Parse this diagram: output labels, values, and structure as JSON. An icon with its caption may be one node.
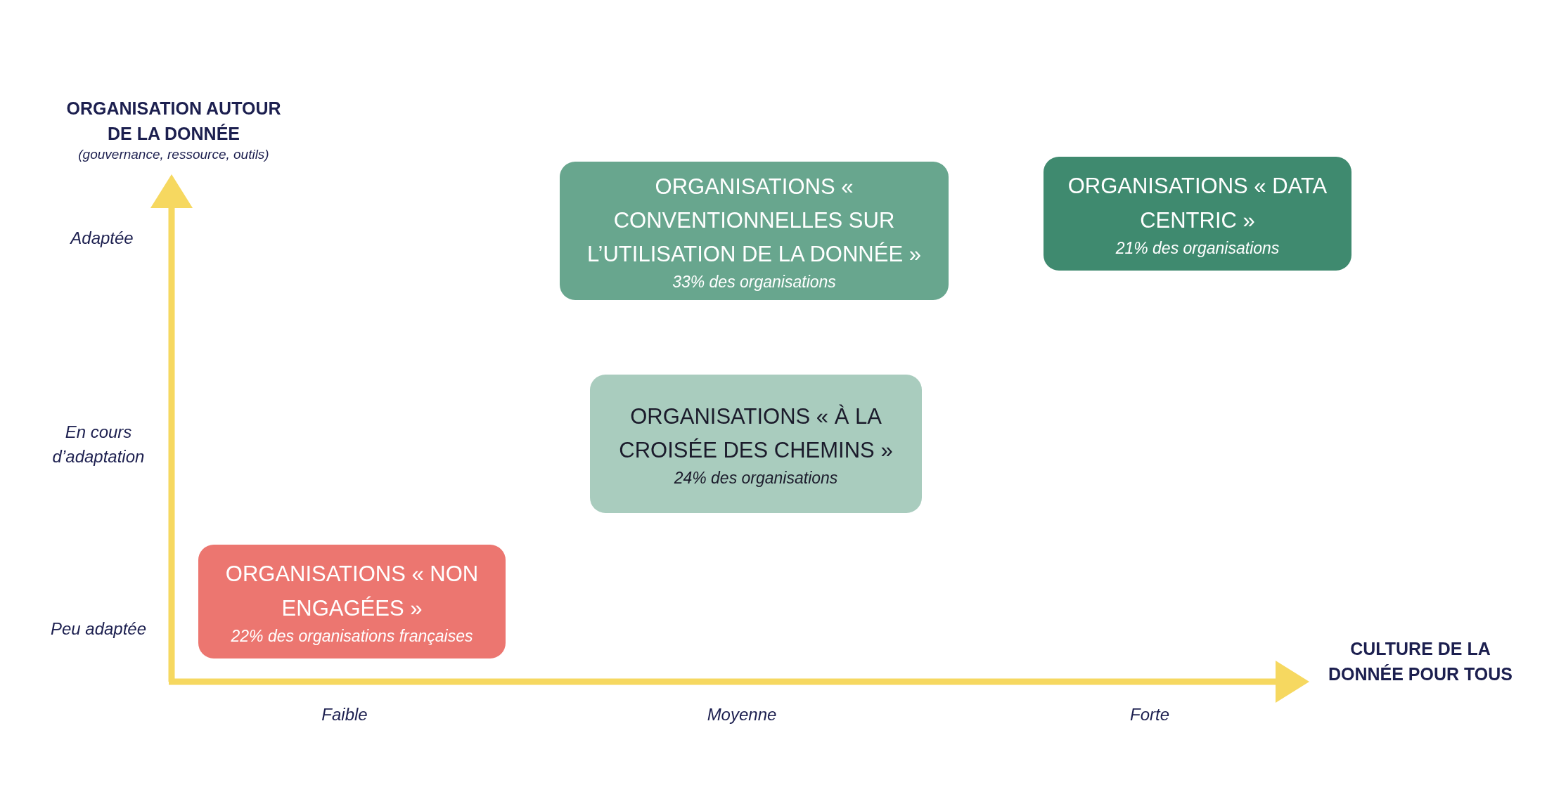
{
  "diagram": {
    "nodes": [
      {
        "text": [
          "ORGANISATIONS « CONVENTIONNELLES SUR L’UTILISATION DE LA DONNÉE »",
          "33% des organisations"
        ]
      },
      {
        "text": [
          "ORGANISATIONS « DATA CENTRIC »",
          "21% des organisations"
        ]
      },
      {
        "text": [
          "ORGANISATIONS « À LA CROISÉE DES CHEMINS »",
          "24% des organisations"
        ]
      },
      {
        "text": [
          "ORGANISATIONS « NON ENGAGÉES »",
          "22% des organisations françaises"
        ]
      }
    ],
    "edges": [],
    "labels": [
      "ORGANISATION AUTOUR DE LA DONNÉE",
      "(gouvernance, ressource, outils)",
      "Adaptée",
      "En cours d’adaptation",
      "Peu adaptée",
      "CULTURE DE LA DONNÉE POUR TOUS",
      "Faible",
      "Moyenne",
      "Forte"
    ]
  }
}
